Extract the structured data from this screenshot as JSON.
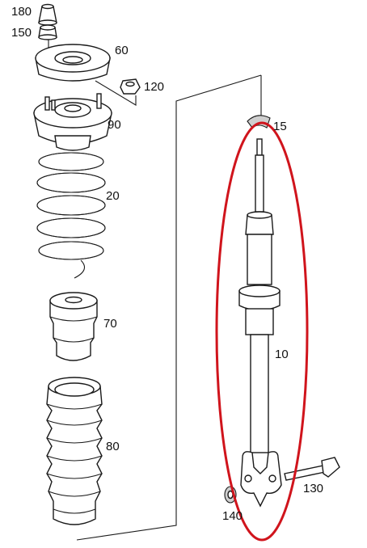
{
  "labels": {
    "p180": "180",
    "p150": "150",
    "p60": "60",
    "p120": "120",
    "p90": "90",
    "p15": "15",
    "p20": "20",
    "p70": "70",
    "p10": "10",
    "p80": "80",
    "p130": "130",
    "p140": "140"
  },
  "colors": {
    "outline": "#1a1a1a",
    "highlight": "#d0141c",
    "shade": "#cfcfcf"
  }
}
